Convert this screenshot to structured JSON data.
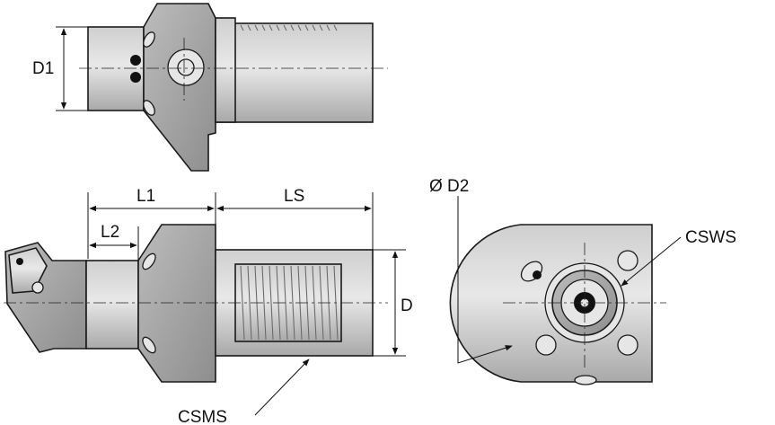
{
  "labels": {
    "d1": "D1",
    "l1": "L1",
    "l2": "L2",
    "ls": "LS",
    "d": "D",
    "d2": "Ø D2",
    "csws": "CSWS",
    "csms": "CSMS"
  },
  "colors": {
    "steel_light": "#d9d9d9",
    "steel_mid": "#bdbdbd",
    "steel_dark": "#8d8d8d",
    "outline": "#1a1a1a"
  }
}
